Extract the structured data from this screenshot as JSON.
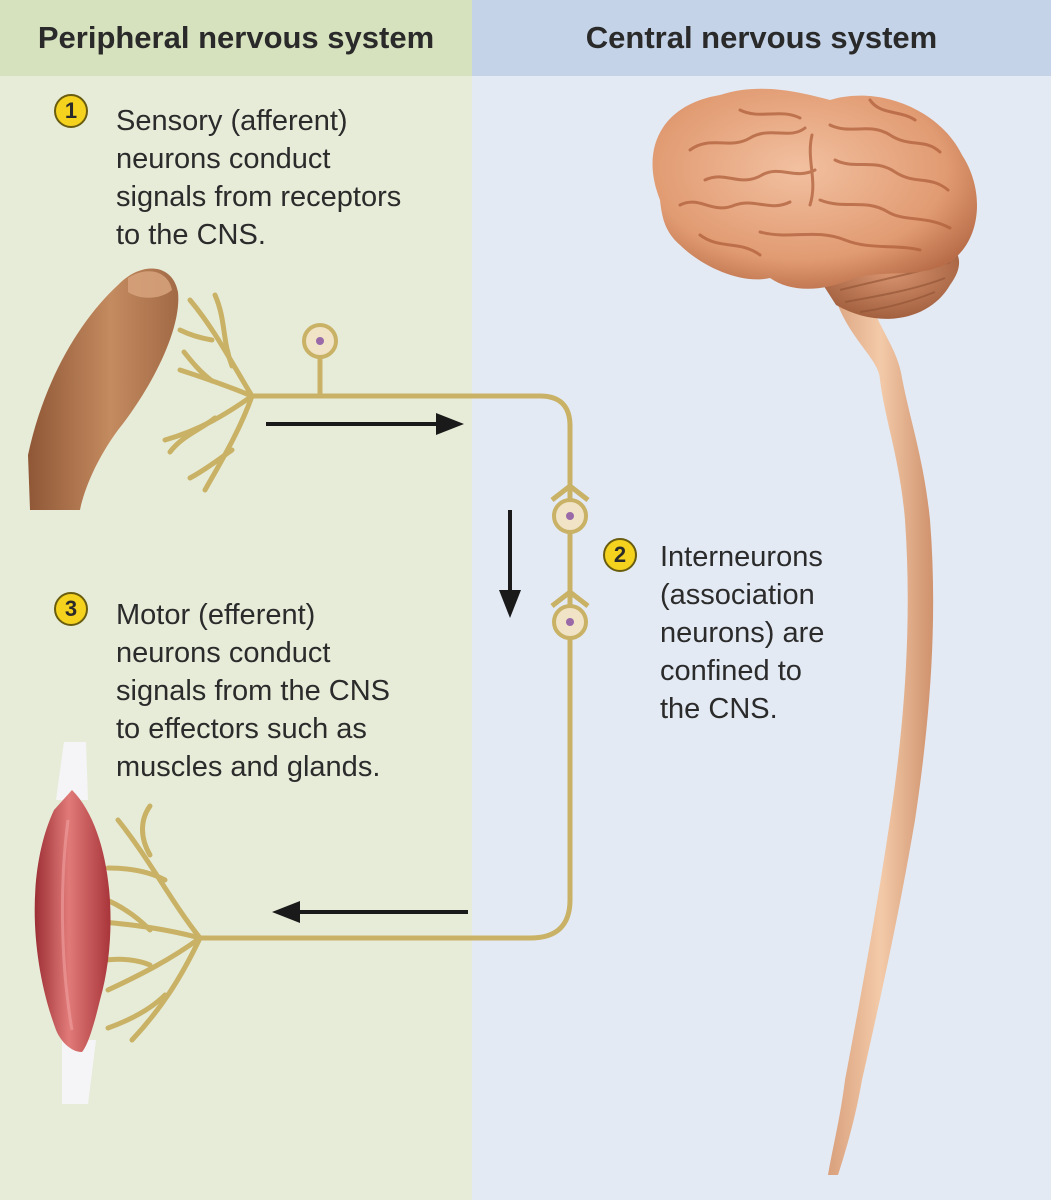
{
  "headers": {
    "left": "Peripheral nervous system",
    "right": "Central nervous system"
  },
  "steps": [
    {
      "number": "1",
      "lines": [
        "Sensory (afferent)",
        "neurons conduct",
        "signals from receptors",
        "to the CNS."
      ]
    },
    {
      "number": "2",
      "lines": [
        "Interneurons",
        "(association",
        "neurons) are",
        "confined to",
        "the CNS."
      ]
    },
    {
      "number": "3",
      "lines": [
        "Motor (efferent)",
        "neurons conduct",
        "signals from the CNS",
        "to effectors such as",
        "muscles and glands."
      ]
    }
  ],
  "colors": {
    "pns_bg": "#e7ecd9",
    "pns_header": "#d6e1bd",
    "cns_bg": "#e3eaf4",
    "cns_header": "#c4d3e8",
    "neuron": "#c9b266",
    "step_badge": "#f5d21d",
    "brain": "#e29e78",
    "spinal_cord": "#e9b896",
    "muscle": "#c94c4c",
    "finger": "#b57a52"
  }
}
